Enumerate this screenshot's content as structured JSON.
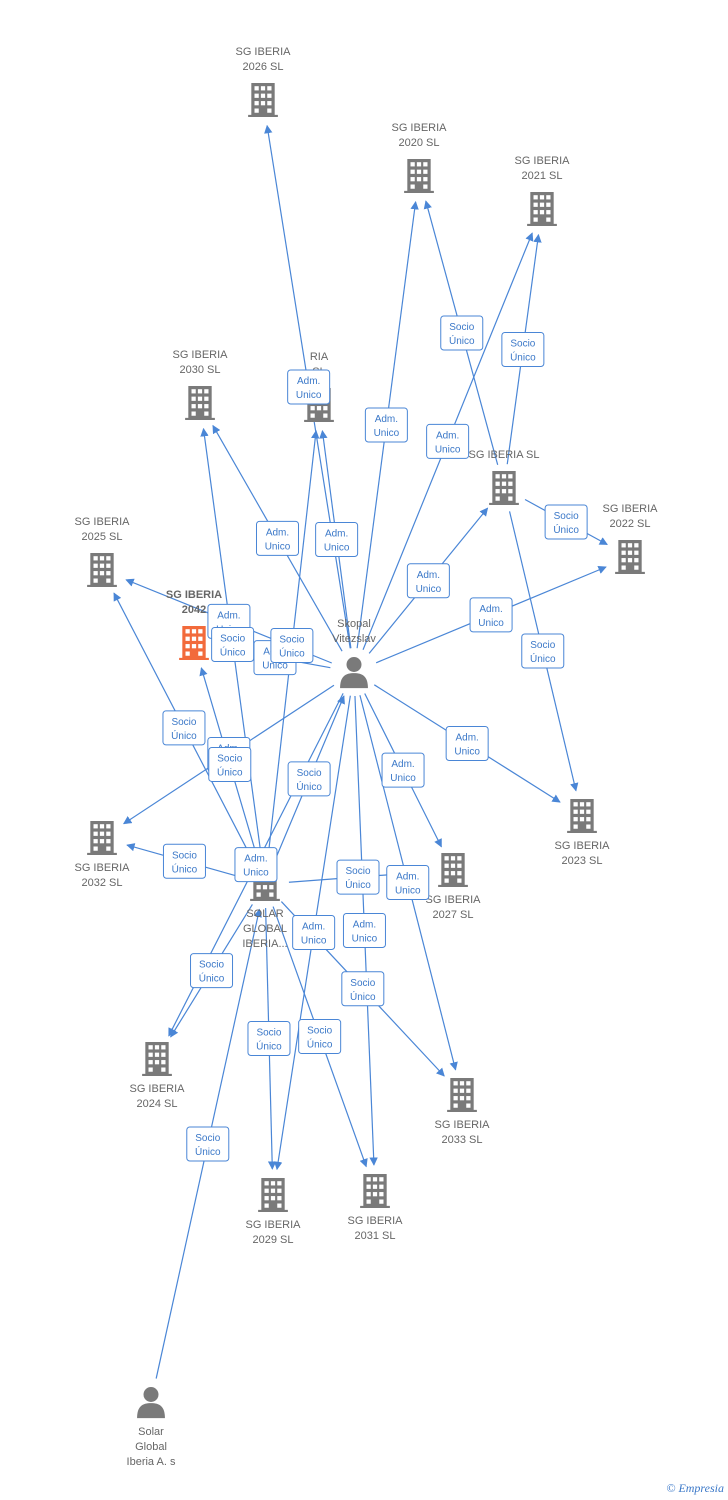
{
  "colors": {
    "edge": "#4a86d6",
    "node": "#7a7a7a",
    "highlight": "#f26a3b",
    "label_text": "#666666",
    "badge_border": "#4a86d6",
    "badge_text": "#3b78c8"
  },
  "nodes": [
    {
      "id": "sg2026",
      "kind": "company",
      "lines": [
        "SG IBERIA",
        "2026  SL"
      ]
    },
    {
      "id": "sg2020",
      "kind": "company",
      "lines": [
        "SG IBERIA",
        "2020  SL"
      ]
    },
    {
      "id": "sg2021",
      "kind": "company",
      "lines": [
        "SG IBERIA",
        "2021  SL"
      ]
    },
    {
      "id": "sg2030",
      "kind": "company",
      "lines": [
        "SG IBERIA",
        "2030  SL"
      ]
    },
    {
      "id": "sgmid",
      "kind": "company",
      "lines": [
        "RIA",
        "SL"
      ]
    },
    {
      "id": "sgsl",
      "kind": "company",
      "lines": [
        "SG IBERIA  SL"
      ]
    },
    {
      "id": "sg2022",
      "kind": "company",
      "lines": [
        "SG IBERIA",
        "2022  SL"
      ]
    },
    {
      "id": "sg2025",
      "kind": "company",
      "lines": [
        "SG IBERIA",
        "2025  SL"
      ]
    },
    {
      "id": "sg2042",
      "kind": "company-highlight",
      "lines": [
        "SG IBERIA",
        "2042"
      ]
    },
    {
      "id": "skopal",
      "kind": "person",
      "lines": [
        "Skopal",
        "Vitezslav"
      ]
    },
    {
      "id": "sg2023",
      "kind": "company",
      "lines": [
        "SG IBERIA",
        "2023  SL"
      ]
    },
    {
      "id": "sg2032",
      "kind": "company",
      "lines": [
        "SG IBERIA",
        "2032  SL"
      ]
    },
    {
      "id": "solar",
      "kind": "company",
      "lines": [
        "SOLAR",
        "GLOBAL",
        "IBERIA..."
      ]
    },
    {
      "id": "sg2027",
      "kind": "company",
      "lines": [
        "SG IBERIA",
        "2027  SL"
      ]
    },
    {
      "id": "sg2024",
      "kind": "company",
      "lines": [
        "SG IBERIA",
        "2024  SL"
      ]
    },
    {
      "id": "sg2033",
      "kind": "company",
      "lines": [
        "SG IBERIA",
        "2033  SL"
      ]
    },
    {
      "id": "sg2029",
      "kind": "company",
      "lines": [
        "SG IBERIA",
        "2029  SL"
      ]
    },
    {
      "id": "sg2031",
      "kind": "company",
      "lines": [
        "SG IBERIA",
        "2031  SL"
      ]
    },
    {
      "id": "solarperson",
      "kind": "person",
      "lines": [
        "Solar",
        "Global",
        "Iberia A. s"
      ]
    }
  ],
  "edges": [
    {
      "from": "skopal",
      "to": "sg2026",
      "lines": [
        "Adm.",
        "Unico"
      ]
    },
    {
      "from": "skopal",
      "to": "sg2020",
      "lines": [
        "Adm.",
        "Unico"
      ]
    },
    {
      "from": "skopal",
      "to": "sg2021",
      "lines": [
        "Adm.",
        "Unico"
      ]
    },
    {
      "from": "skopal",
      "to": "sg2030",
      "lines": [
        "Adm.",
        "Unico"
      ]
    },
    {
      "from": "skopal",
      "to": "sgmid",
      "lines": [
        "Adm.",
        "Unico"
      ]
    },
    {
      "from": "skopal",
      "to": "sgsl",
      "lines": [
        "Adm.",
        "Unico"
      ]
    },
    {
      "from": "skopal",
      "to": "sg2022",
      "lines": [
        "Adm.",
        "Unico"
      ]
    },
    {
      "from": "skopal",
      "to": "sg2025",
      "lines": [
        "Adm.",
        "Unico"
      ]
    },
    {
      "from": "skopal",
      "to": "sg2042",
      "lines": [
        "Adm.",
        "Unico"
      ]
    },
    {
      "from": "skopal",
      "to": "sg2023",
      "lines": [
        "Adm.",
        "Unico"
      ]
    },
    {
      "from": "skopal",
      "to": "sg2032",
      "lines": [
        "Adm.",
        "Unico"
      ]
    },
    {
      "from": "skopal",
      "to": "sg2027",
      "lines": [
        "Adm.",
        "Unico"
      ]
    },
    {
      "from": "skopal",
      "to": "sg2024",
      "lines": [
        "Adm.",
        "Unico"
      ]
    },
    {
      "from": "skopal",
      "to": "sg2029",
      "lines": [
        "Adm.",
        "Unico"
      ]
    },
    {
      "from": "skopal",
      "to": "sg2031",
      "lines": [
        "Adm.",
        "Unico"
      ]
    },
    {
      "from": "skopal",
      "to": "sg2033",
      "lines": [
        "Adm.",
        "Unico"
      ]
    },
    {
      "from": "sgsl",
      "to": "sg2020",
      "lines": [
        "Socio",
        "Único"
      ]
    },
    {
      "from": "sgsl",
      "to": "sg2021",
      "lines": [
        "Socio",
        "Único"
      ]
    },
    {
      "from": "sgsl",
      "to": "sg2022",
      "lines": [
        "Socio",
        "Único"
      ]
    },
    {
      "from": "sgsl",
      "to": "sg2023",
      "lines": [
        "Socio",
        "Único"
      ]
    },
    {
      "from": "solar",
      "to": "sg2025",
      "lines": [
        "Socio",
        "Único"
      ]
    },
    {
      "from": "solar",
      "to": "sg2042",
      "lines": [
        "Socio",
        "Único"
      ]
    },
    {
      "from": "solar",
      "to": "sg2030",
      "lines": [
        "Socio",
        "Único"
      ]
    },
    {
      "from": "solar",
      "to": "sgmid",
      "lines": [
        "Socio",
        "Único"
      ]
    },
    {
      "from": "solar",
      "to": "sg2032",
      "lines": [
        "Socio",
        "Único"
      ]
    },
    {
      "from": "solar",
      "to": "sg2027",
      "lines": [
        "Socio",
        "Único"
      ]
    },
    {
      "from": "solar",
      "to": "sg2024",
      "lines": [
        "Socio",
        "Único"
      ]
    },
    {
      "from": "solar",
      "to": "sg2033",
      "lines": [
        "Socio",
        "Único"
      ]
    },
    {
      "from": "solar",
      "to": "sg2029",
      "lines": [
        "Socio",
        "Único"
      ]
    },
    {
      "from": "solar",
      "to": "sg2031",
      "lines": [
        "Socio",
        "Único"
      ]
    },
    {
      "from": "solar",
      "to": "skopal",
      "lines": [
        "Socio",
        "Único"
      ]
    },
    {
      "from": "solarperson",
      "to": "solar",
      "lines": [
        "Socio",
        "Único"
      ]
    }
  ],
  "footer": {
    "copyright_symbol": "©",
    "brand": "Empresia"
  }
}
